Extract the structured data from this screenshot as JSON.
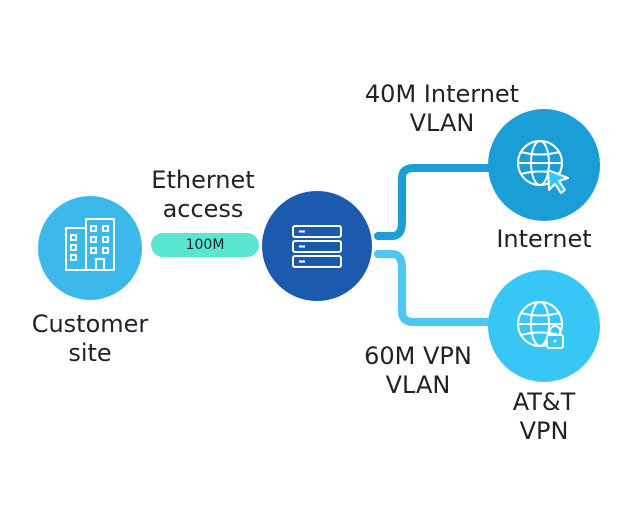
{
  "colors": {
    "light_blue": "#3cb9ea",
    "dark_blue": "#1c5aae",
    "bright_blue": "#38c7f5",
    "connector_blue": "#1b9ed8",
    "connector_light": "#4cc6f2",
    "pill_teal": "#58e6d0",
    "icon_white": "#ffffff"
  },
  "nodes": {
    "customer": {
      "label_line1": "Customer",
      "label_line2": "site",
      "icon": "building-icon"
    },
    "router": {
      "icon": "server-icon"
    },
    "internet": {
      "label": "Internet",
      "icon": "globe-cursor-icon"
    },
    "vpn": {
      "label_line1": "AT&T",
      "label_line2": "VPN",
      "icon": "globe-lock-icon"
    }
  },
  "links": {
    "access": {
      "title_line1": "Ethernet",
      "title_line2": "access",
      "speed": "100M"
    },
    "internet_vlan": {
      "line1": "40M Internet",
      "line2": "VLAN"
    },
    "vpn_vlan": {
      "line1": "60M VPN",
      "line2": "VLAN"
    }
  }
}
